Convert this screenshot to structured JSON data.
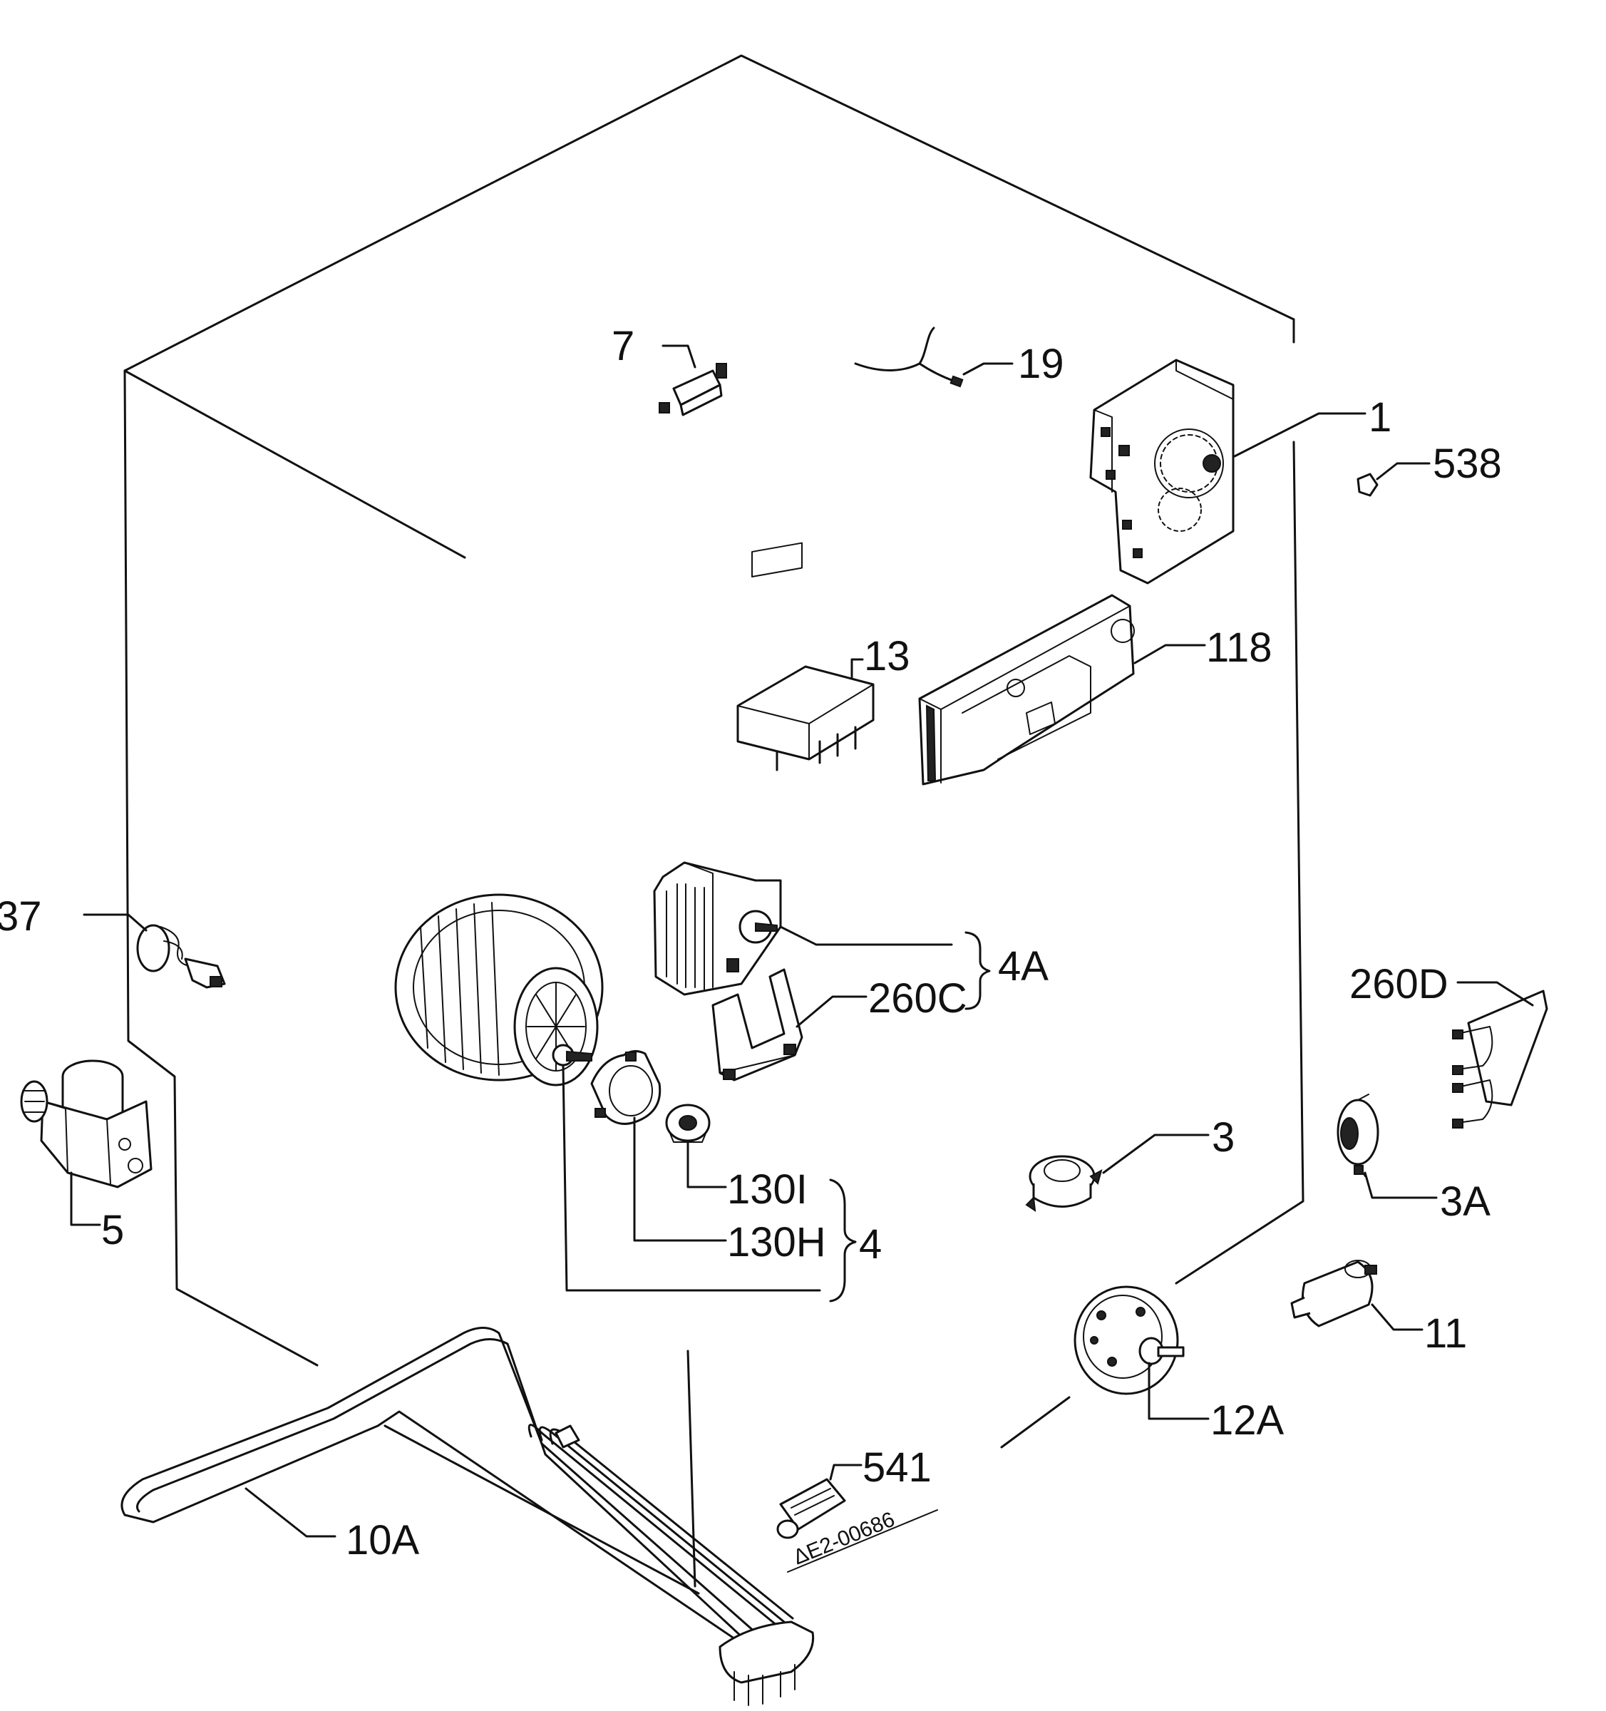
{
  "labels": {
    "p1": "1",
    "p3": "3",
    "p3a_num": "3",
    "p3a_suf": "A",
    "p4": "4",
    "p4a_num": "4",
    "p4a_suf": "A",
    "p5": "5",
    "p7": "7",
    "p10a_num": "10",
    "p10a_suf": "A",
    "p11": "11",
    "p12a_num": "12",
    "p12a_suf": "A",
    "p13": "13",
    "p19": "19",
    "p37": "37",
    "p118": "118",
    "p130h_num": "130",
    "p130h_suf": "H",
    "p130i_num": "130",
    "p130i_suf": "I",
    "p260c_num": "260",
    "p260c_suf": "C",
    "p260d_num": "260",
    "p260d_suf": "D",
    "p538": "538",
    "p541": "541"
  },
  "drawing_code": "ΔE2-00686"
}
